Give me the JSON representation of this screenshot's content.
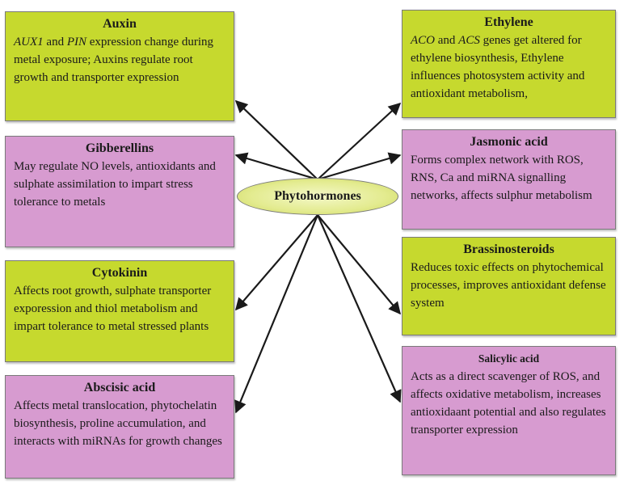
{
  "center": {
    "label": "Phytohormones"
  },
  "boxes": {
    "auxin": {
      "title": "Auxin",
      "gene1": "AUX1",
      "and": " and ",
      "gene2": "PIN",
      "text": " expression change during metal exposure; Auxins regulate root growth and transporter expression"
    },
    "gibberellins": {
      "title": "Gibberellins",
      "text": "May regulate NO levels, antioxidants and sulphate assimilation to impart stress tolerance to metals"
    },
    "cytokinin": {
      "title": "Cytokinin",
      "text": "Affects root growth, sulphate transporter exporession and thiol metabolism and impart tolerance to metal stressed plants"
    },
    "abscisic_acid": {
      "title": "Abscisic acid",
      "text": "Affects metal translocation, phytochelatin biosynthesis, proline accumulation, and interacts with miRNAs for growth changes"
    },
    "ethylene": {
      "title": "Ethylene",
      "gene1": "ACO",
      "and": " and ",
      "gene2": "ACS",
      "text": " genes get altered for ethylene biosynthesis, Ethylene influences photosystem activity and antioxidant metabolism,"
    },
    "jasmonic_acid": {
      "title": "Jasmonic acid",
      "text": "Forms complex network with ROS, RNS, Ca and miRNA signalling networks, affects sulphur metabolism"
    },
    "brassinosteroids": {
      "title": "Brassinosteroids",
      "text": "Reduces toxic effects on phytochemical processes, improves antioxidant defense system"
    },
    "salicylic_acid": {
      "title": "Salicylic acid",
      "text": "Acts as a direct scavenger of ROS, and affects oxidative metabolism, increases antioxidaant potential and also regulates transporter expression"
    }
  },
  "colors": {
    "green_box": "#c6d92e",
    "pink_box": "#d79bd0",
    "arrow": "#1a1a1a",
    "center_fill": "#e3eb8f"
  }
}
